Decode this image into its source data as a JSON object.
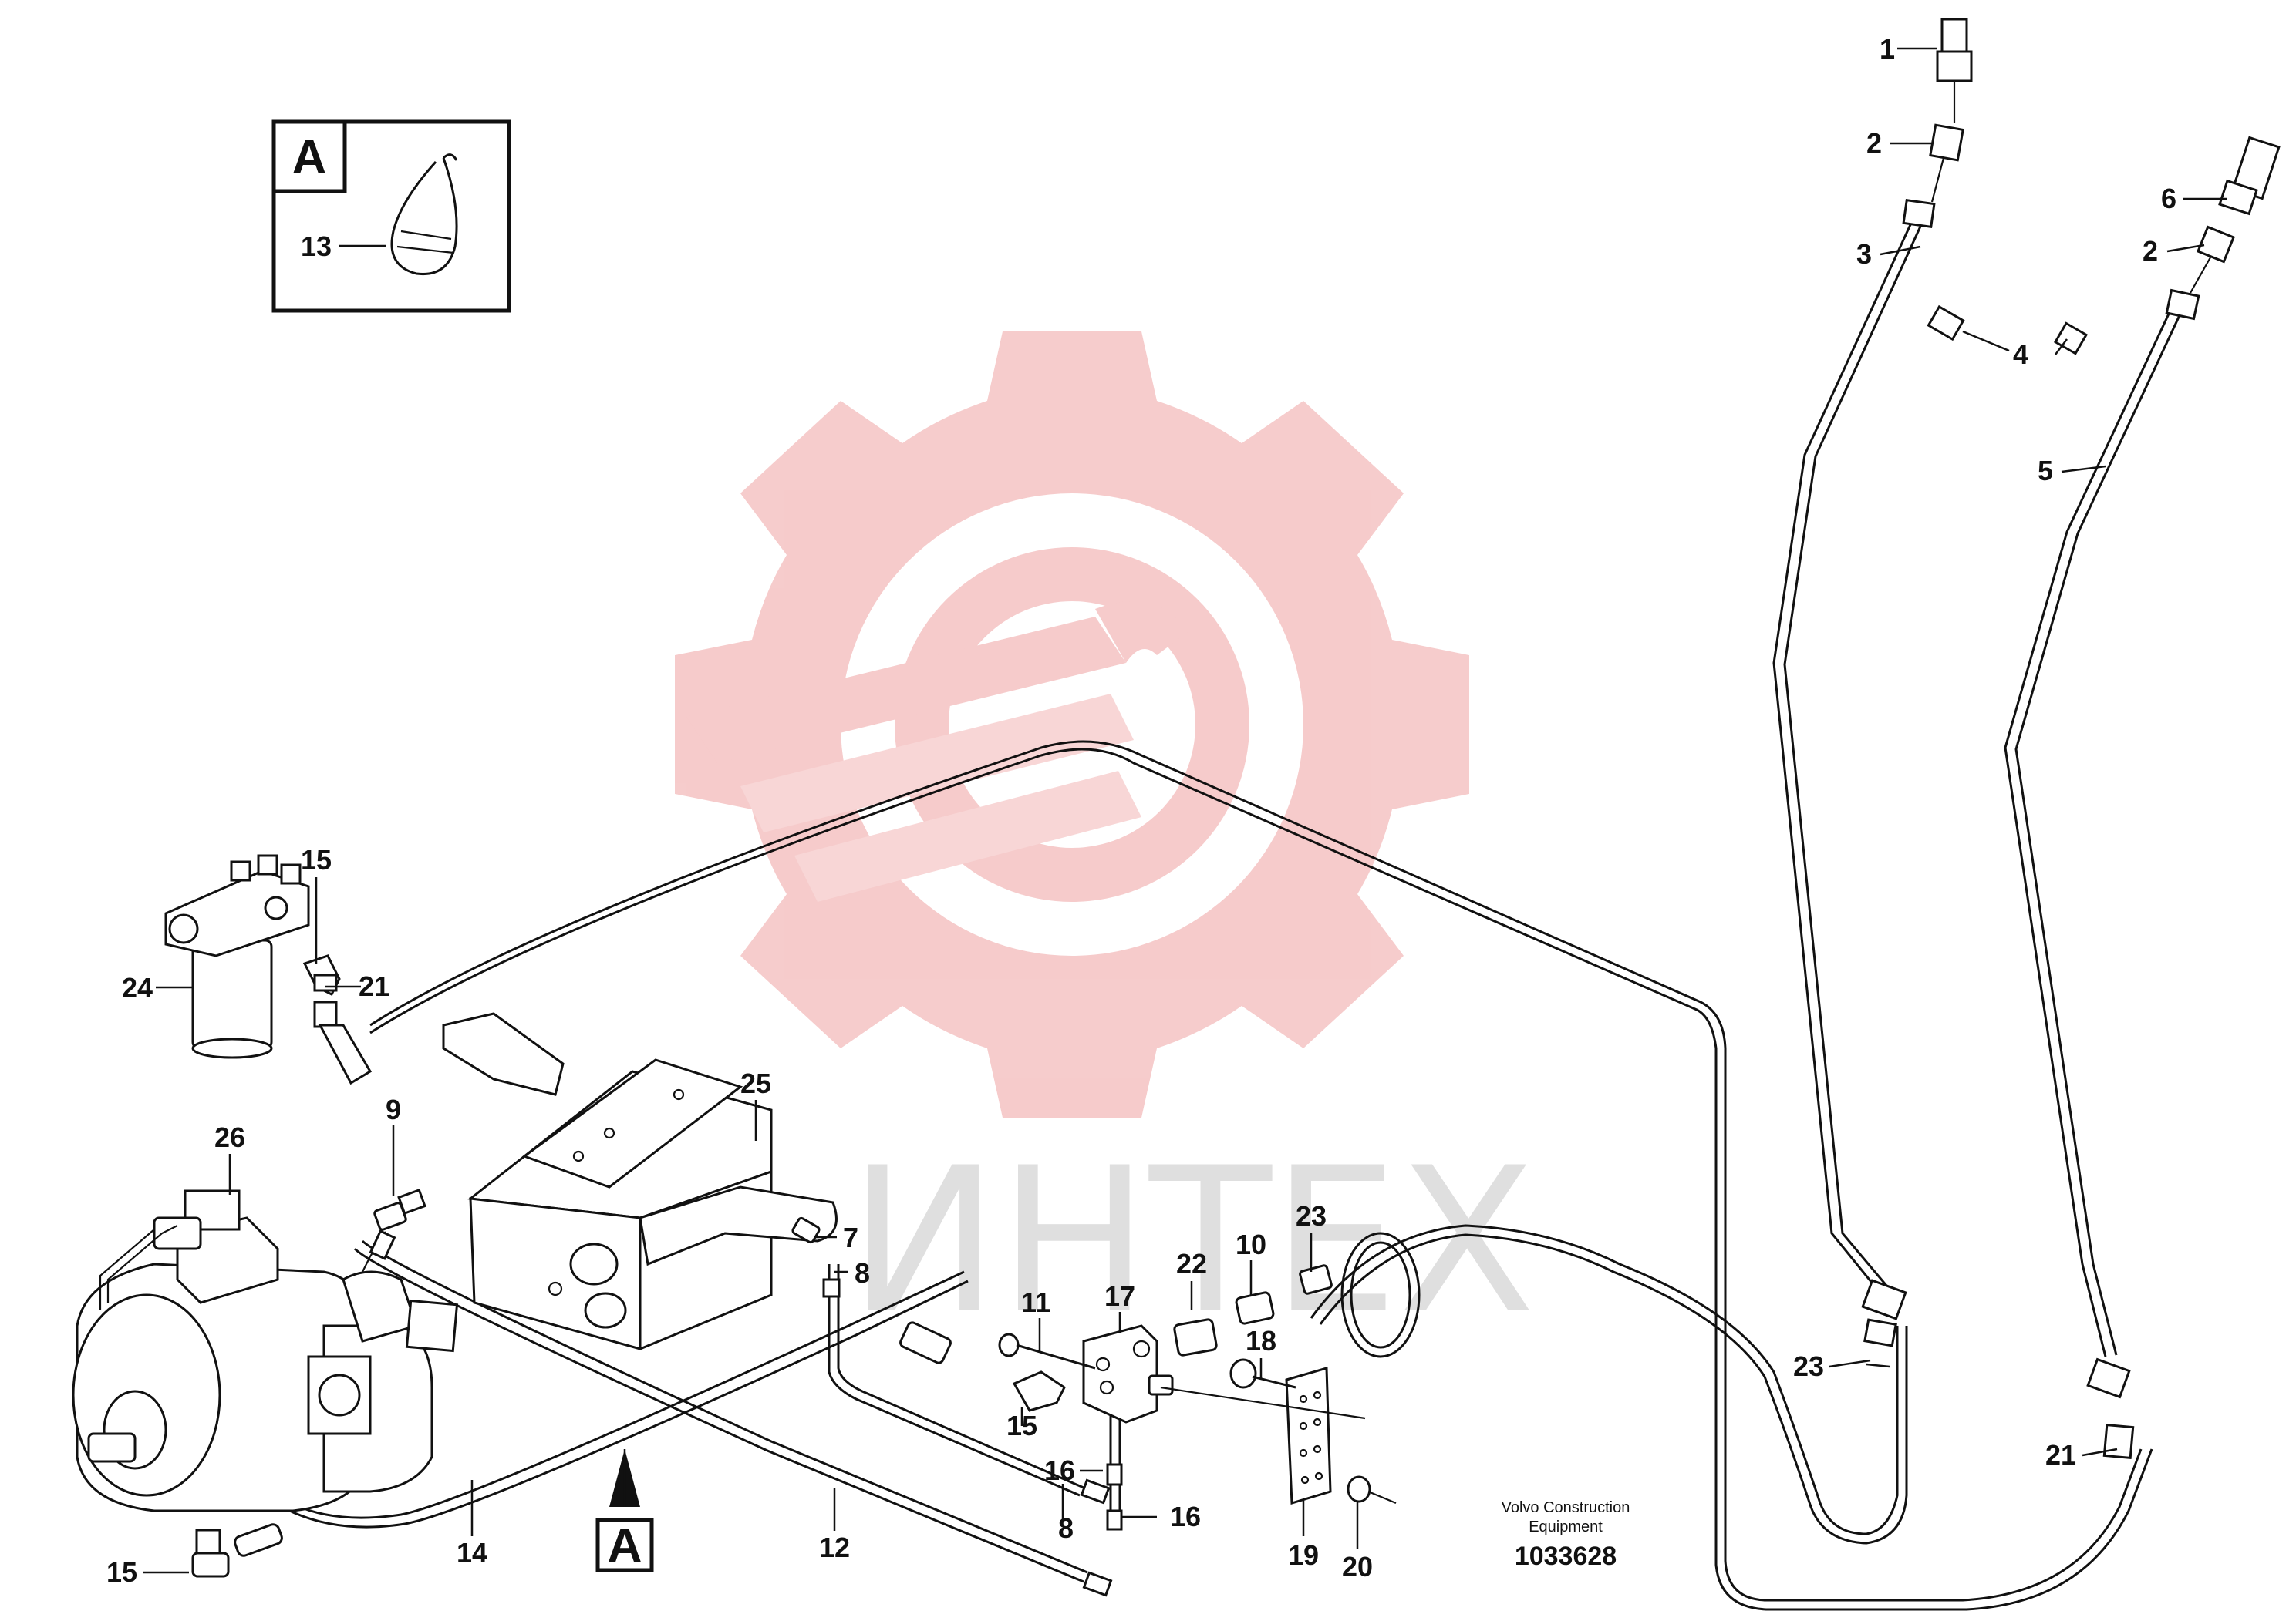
{
  "watermark": {
    "text": "ИНТЕХ",
    "color": "#f4c6c6",
    "logo": "gear-wrench-logo"
  },
  "detail_box": {
    "letter": "A",
    "callout": "13"
  },
  "view_marker": {
    "letter": "A"
  },
  "callouts": {
    "c1": "1",
    "c2a": "2",
    "c2b": "2",
    "c3": "3",
    "c4": "4",
    "c5": "5",
    "c6": "6",
    "c7": "7",
    "c8a": "8",
    "c8b": "8",
    "c9": "9",
    "c10": "10",
    "c11": "11",
    "c12": "12",
    "c14": "14",
    "c15a": "15",
    "c15b": "15",
    "c15c": "15",
    "c16a": "16",
    "c16b": "16",
    "c17": "17",
    "c18": "18",
    "c19": "19",
    "c20": "20",
    "c21a": "21",
    "c21b": "21",
    "c22": "22",
    "c23a": "23",
    "c23b": "23",
    "c24": "24",
    "c25": "25",
    "c26": "26"
  },
  "caption": {
    "line1": "Volvo Construction",
    "line2": "Equipment",
    "number": "1033628"
  }
}
